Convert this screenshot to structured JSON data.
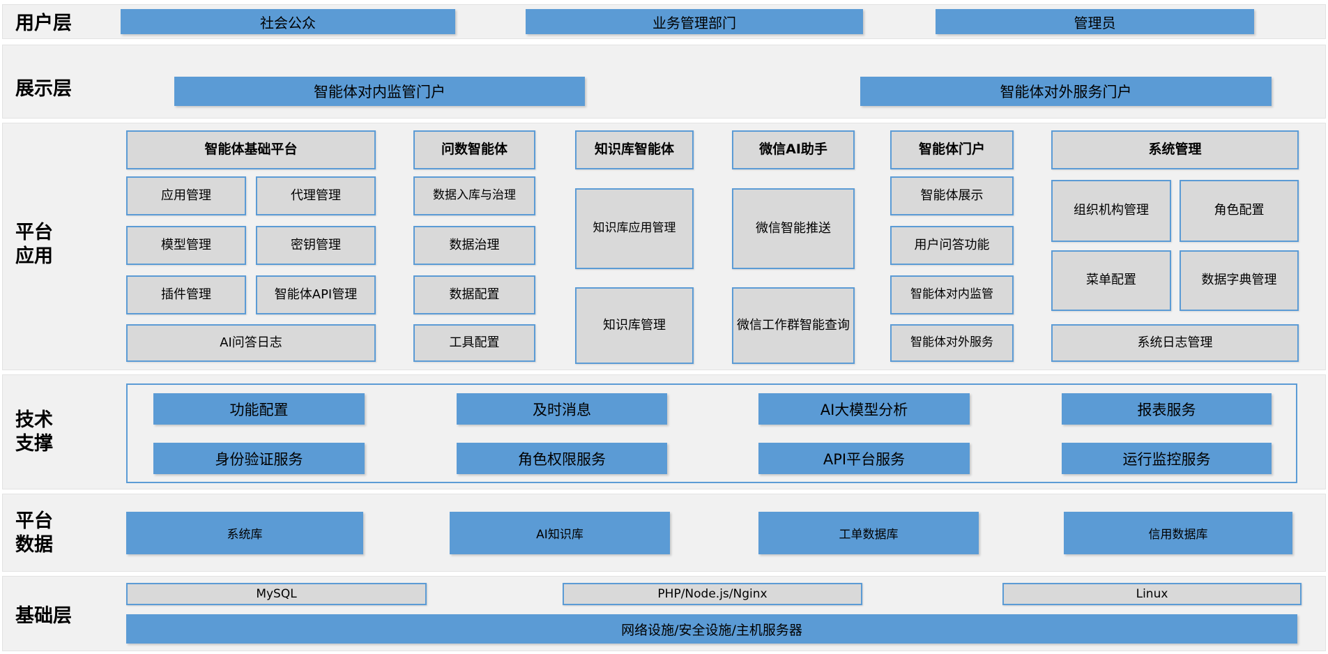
{
  "colors": {
    "accent_blue": "#5b9bd5",
    "box_grey": "#d9d9d9",
    "panel_grey": "#f1f1f1",
    "text": "#000000"
  },
  "user_layer": {
    "label": "用户层",
    "bars": [
      "社会公众",
      "业务管理部门",
      "管理员"
    ]
  },
  "display_layer": {
    "label": "展示层",
    "bars": [
      "智能体对内监管门户",
      "智能体对外服务门户"
    ]
  },
  "platform_app_layer": {
    "label": "平台\n应用",
    "groups": [
      {
        "title": "智能体基础平台",
        "items": [
          "应用管理",
          "代理管理",
          "模型管理",
          "密钥管理",
          "插件管理",
          "智能体API管理",
          "AI问答日志"
        ]
      },
      {
        "title": "问数智能体",
        "items": [
          "数据入库与治理",
          "数据治理",
          "数据配置",
          "工具配置"
        ]
      },
      {
        "title": "知识库智能体",
        "items": [
          "知识库应用管理",
          "知识库管理"
        ]
      },
      {
        "title": "微信AI助手",
        "items": [
          "微信智能推送",
          "微信工作群智能查询"
        ]
      },
      {
        "title": "智能体门户",
        "items": [
          "智能体展示",
          "用户问答功能",
          "智能体对内监管",
          "智能体对外服务"
        ]
      },
      {
        "title": "系统管理",
        "items": [
          "组织机构管理",
          "角色配置",
          "菜单配置",
          "数据字典管理",
          "系统日志管理"
        ]
      }
    ]
  },
  "tech_layer": {
    "label": "技术\n支撑",
    "row1": [
      "功能配置",
      "及时消息",
      "AI大模型分析",
      "报表服务"
    ],
    "row2": [
      "身份验证服务",
      "角色权限服务",
      "API平台服务",
      "运行监控服务"
    ]
  },
  "data_layer": {
    "label": "平台\n数据",
    "bars": [
      "系统库",
      "AI知识库",
      "工单数据库",
      "信用数据库"
    ]
  },
  "infra_layer": {
    "label": "基础层",
    "bars": [
      "MySQL",
      "PHP/Node.js/Nginx",
      "Linux"
    ],
    "full_bar": "网络设施/安全设施/主机服务器"
  }
}
